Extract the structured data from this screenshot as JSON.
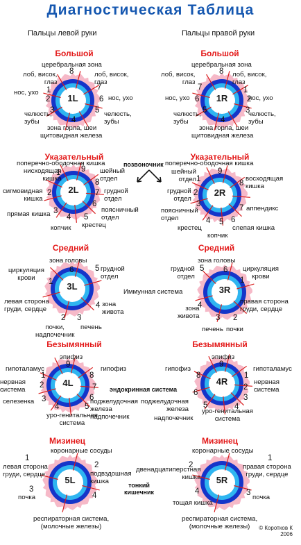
{
  "title": "Диагностическая Таблица",
  "left_hand": "Пальцы левой руки",
  "right_hand": "Пальцы правой руки",
  "colors": {
    "title": "#1557b0",
    "finger_name": "#e31818",
    "rays": "#d81b1b",
    "halo_outer": "#1535c9",
    "halo_inner": "#2fb5f0"
  },
  "fingers": [
    {
      "name": "Большой",
      "left_id": "1L",
      "right_id": "1R"
    },
    {
      "name": "Указательный",
      "left_id": "2L",
      "right_id": "2R"
    },
    {
      "name": "Средний",
      "left_id": "3L",
      "right_id": "3R"
    },
    {
      "name": "Безымянный",
      "left_id": "4L",
      "right_id": "4R"
    },
    {
      "name": "Мизинец",
      "left_id": "5L",
      "right_id": "5R"
    }
  ],
  "labels": {
    "l1": [
      "церебральная зона",
      "лоб, висок,",
      "глаз",
      "нос, ухо",
      "челюсть,",
      "зубы",
      "зона горла, шеи",
      "лоб, висок,",
      "глаз",
      "нос, ухо",
      "челюсть,",
      "зубы",
      "щитовидная железа"
    ],
    "r1": [
      "церебральная зона",
      "лоб, висок,",
      "глаз",
      "лоб, висок,",
      "глаз",
      "нос, ухо",
      "нос, ухо",
      "челюсть,",
      "зубы",
      "челюсть,",
      "зубы",
      "зона горла, шеи",
      "щитовидная железа"
    ],
    "l2": [
      "поперечно-ободочная кишка",
      "нисходящая",
      "кишка",
      "шейный",
      "отдел",
      "сигмовидная",
      "кишка",
      "грудной",
      "отдел",
      "поясничный",
      "отдел",
      "прямая кишка",
      "копчик",
      "крестец"
    ],
    "r2": [
      "поперечно-ободочная кишка",
      "шейный",
      "отдел",
      "восходящая",
      "кишка",
      "грудной",
      "отдел",
      "поясничный",
      "отдел",
      "аппендикс",
      "крестец",
      "слепая кишка",
      "копчик"
    ],
    "l3": [
      "зона головы",
      "циркуляция",
      "крови",
      "грудной",
      "отдел",
      "левая сторона",
      "груди, сердце",
      "зона",
      "живота",
      "почки,",
      "надпочечник",
      "печень"
    ],
    "r3": [
      "зона головы",
      "грудной",
      "отдел",
      "циркуляция",
      "крови",
      "Иммунная система",
      "правая сторона",
      "груди, сердце",
      "зона",
      "живота",
      "печень",
      "почки"
    ],
    "l4": [
      "эпифиз",
      "гипоталамус",
      "гипофиз",
      "нервная",
      "система",
      "селезенка",
      "поджелудочная",
      "железа",
      "надпочечник",
      "уро-генитальная",
      "система"
    ],
    "r4": [
      "эпифиз",
      "гипофиз",
      "гипоталамус",
      "нервная",
      "система",
      "поджелудочная",
      "железа",
      "надпочечник",
      "уро-генитальная",
      "система"
    ],
    "l5": [
      "коронарные сосуды",
      "левая сторона",
      "груди, сердце",
      "подвздошная",
      "кишка",
      "почка",
      "респираторная система,",
      "(молочные железы)"
    ],
    "r5": [
      "коронарные сосуды",
      "двенадцатиперстная",
      "кишка",
      "правая сторона",
      "груди, сердце",
      "почка",
      "тощая кишка",
      "респираторная система,",
      "(молочные железы)"
    ]
  },
  "middle": {
    "spine": "позвоночник",
    "endocrine": "эндокринная система",
    "small_intestine_1": "тонкий",
    "small_intestine_2": "кишечник"
  },
  "copyright_1": "© Коротков К",
  "copyright_2": "2006"
}
